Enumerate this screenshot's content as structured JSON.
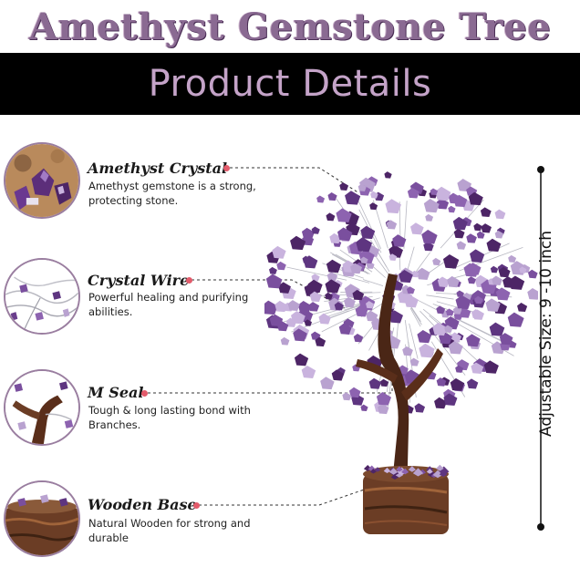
{
  "header": {
    "title": "Amethyst Gemstone Tree",
    "subtitle": "Product Details"
  },
  "features": [
    {
      "title": "Amethyst Crystal",
      "description": "Amethyst gemstone is a strong, protecting stone."
    },
    {
      "title": "Crystal Wire",
      "description": "Powerful healing and purifying abilities."
    },
    {
      "title": "M Seal",
      "description": "Tough & long lasting bond with Branches."
    },
    {
      "title": "Wooden Base",
      "description": "Natural Wooden for strong and durable"
    }
  ],
  "dimension": {
    "label": "Adjustable Size: 9 -10 inch"
  },
  "colors": {
    "amethyst": "#7a4f9e",
    "amethyst_light": "#b9a2d0",
    "wood": "#6b3d25",
    "accent_dot": "#e35b6b",
    "band": "#000000"
  }
}
